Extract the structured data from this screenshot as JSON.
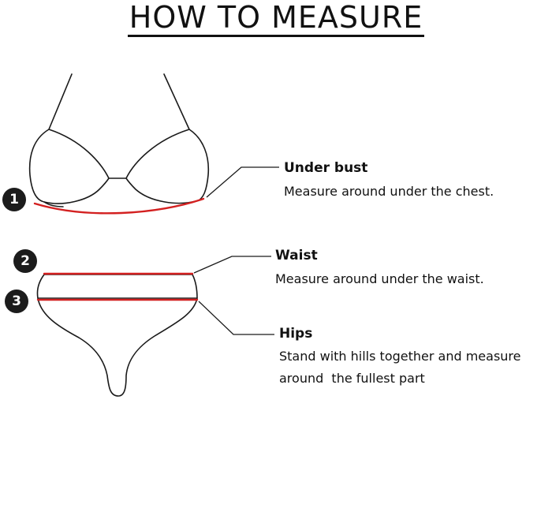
{
  "title": "HOW TO MEASURE",
  "colors": {
    "outline": "#1a1a1a",
    "measure_line": "#d32020",
    "badge_bg": "#1c1c1c",
    "badge_text": "#ffffff"
  },
  "steps": [
    {
      "number": "1",
      "label": "Under bust",
      "description": "Measure around under the chest."
    },
    {
      "number": "2",
      "label": "Waist",
      "description": "Measure around under the waist."
    },
    {
      "number": "3",
      "label": "Hips",
      "description_lines": [
        "Stand with hills together and measure",
        "around  the fullest part"
      ]
    }
  ],
  "icons": {
    "top_garment": "bra-outline-icon",
    "bottom_garment": "bikini-bottom-outline-icon"
  }
}
